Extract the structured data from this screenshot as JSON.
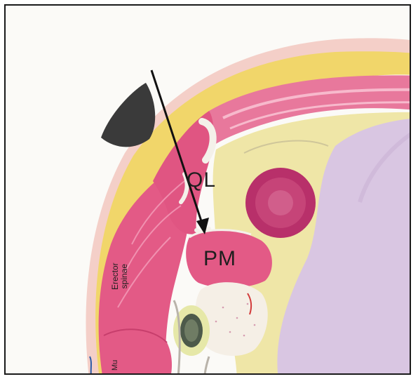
{
  "labels": {
    "ql": "QL",
    "pm": "PM",
    "erector_line1": "Erector",
    "erector_line2": "spinae",
    "mu": "Mu"
  },
  "colors": {
    "fat": "#f1d66a",
    "muscle": "#e35a86",
    "muscle_dark": "#c73e6c",
    "fascia_white": "#f4f1ea",
    "kidney_region": "#efe6a7",
    "bowel": "#d9c6e2",
    "vertebra": "#f5efe6",
    "probe": "#3a3a3a",
    "arrow": "#111111"
  },
  "icons": {
    "probe": "ultrasound-probe-icon",
    "arrow": "needle-arrow-icon"
  }
}
